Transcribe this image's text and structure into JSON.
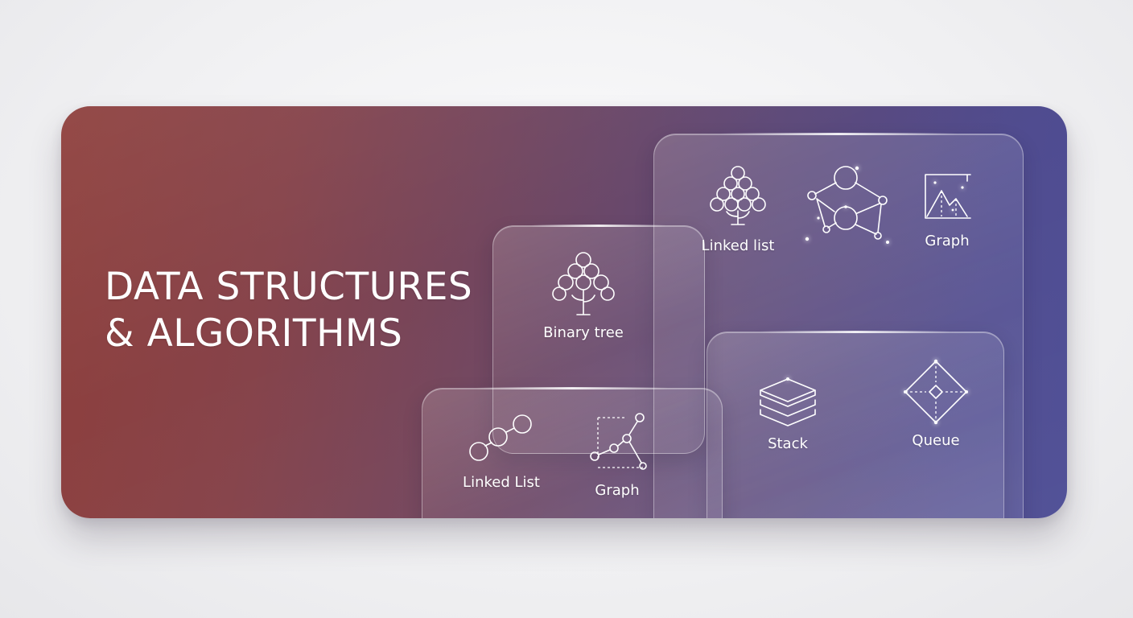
{
  "title": {
    "line1": "DATA STRUCTURES",
    "line2": "& ALGORITHMS"
  },
  "cards": {
    "top_right": {
      "items": [
        {
          "label": "Linked list",
          "icon": "stacked-circles-tree-icon"
        },
        {
          "label": "",
          "icon": "graph-nodes-icon"
        },
        {
          "label": "Graph",
          "icon": "chart-frame-icon"
        }
      ]
    },
    "middle": {
      "items": [
        {
          "label": "Binary tree",
          "icon": "binary-tree-icon"
        }
      ]
    },
    "bottom_left": {
      "items": [
        {
          "label": "Linked List",
          "icon": "linked-list-icon"
        },
        {
          "label": "Graph",
          "icon": "graph-plot-icon"
        }
      ]
    },
    "bottom_right": {
      "items": [
        {
          "label": "Stack",
          "icon": "stack-layers-icon"
        },
        {
          "label": "Queue",
          "icon": "queue-diamond-icon"
        }
      ]
    }
  },
  "colors": {
    "gradient_start": "#8e3f3c",
    "gradient_end": "#4b4b94",
    "text": "#ffffff",
    "page_background": "#f0f0f2"
  }
}
